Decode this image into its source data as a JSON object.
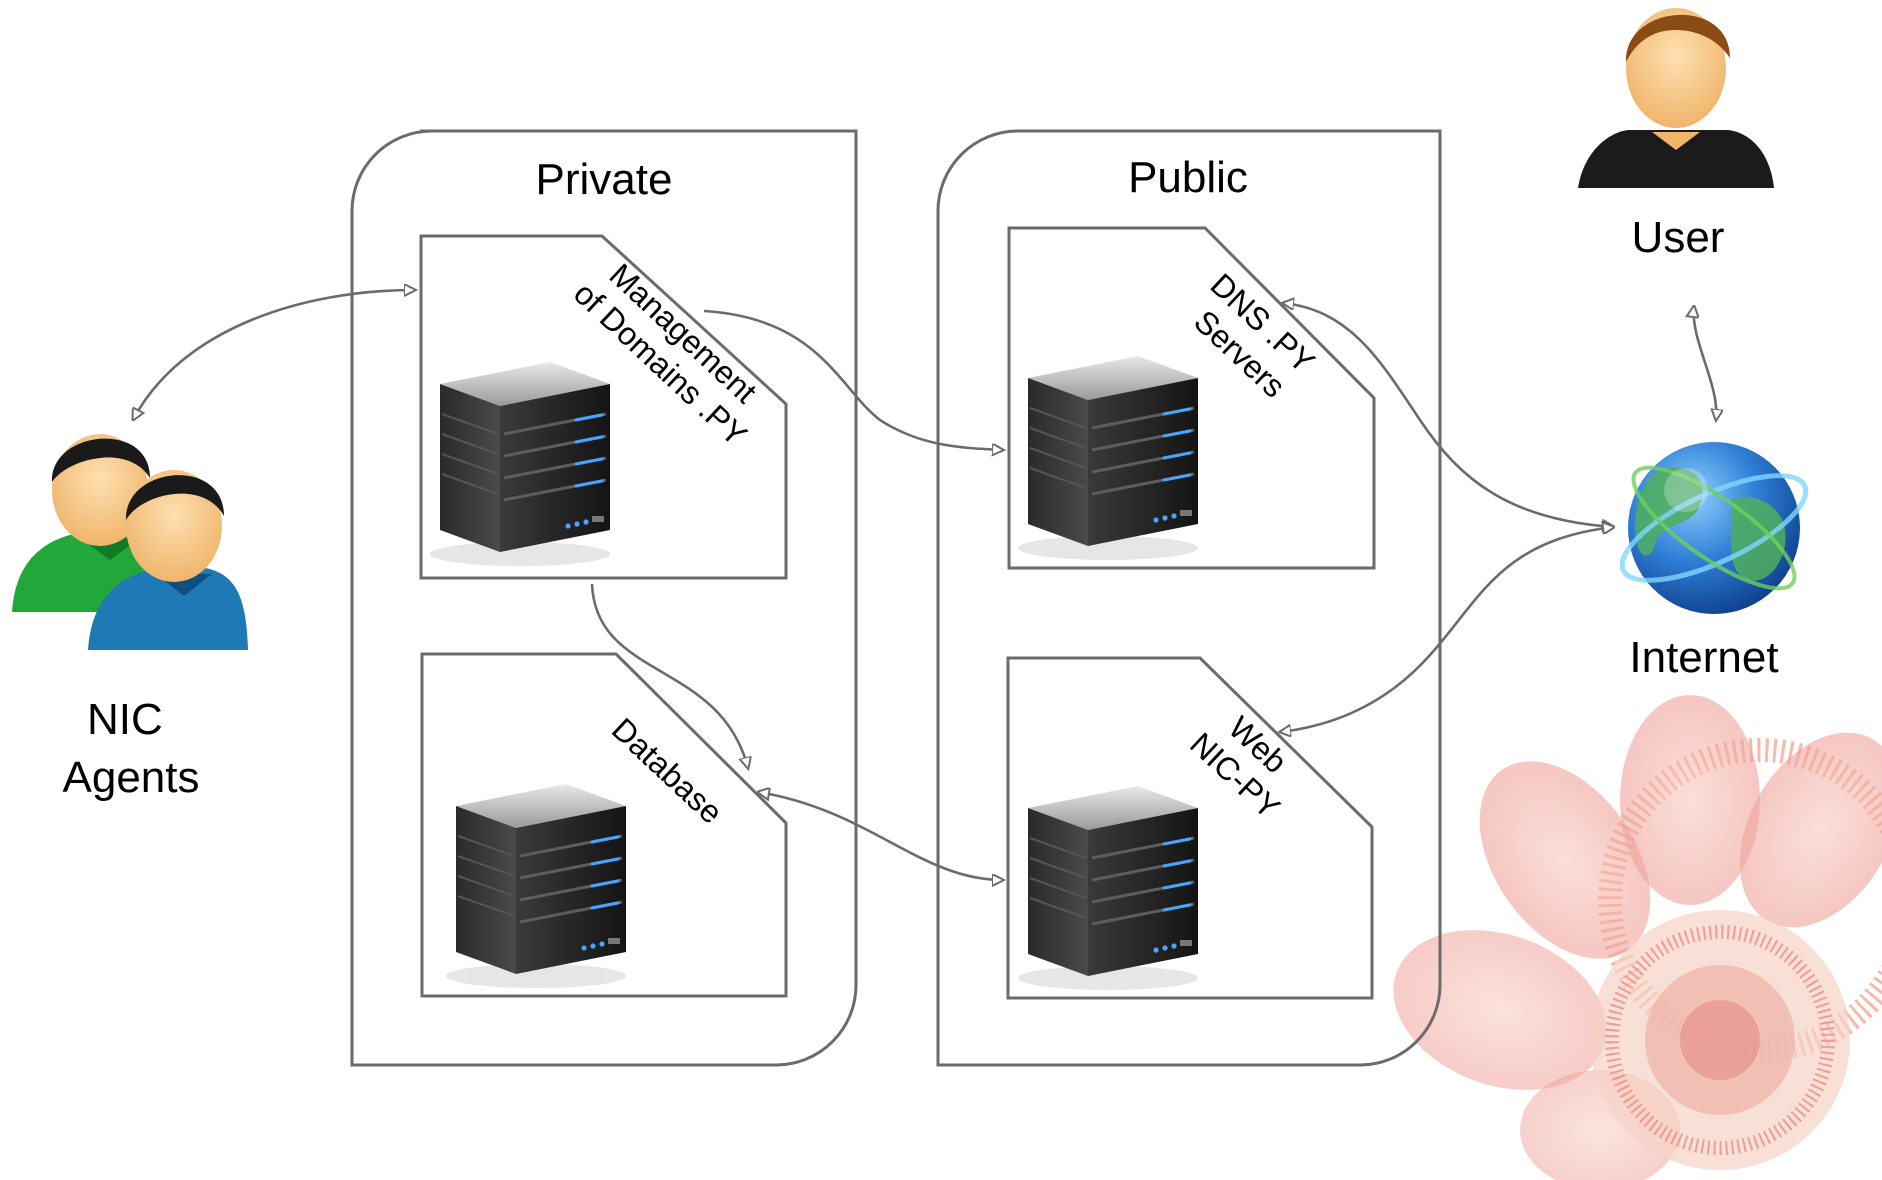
{
  "zones": {
    "private": {
      "label": "Private"
    },
    "public": {
      "label": "Public"
    }
  },
  "servers": {
    "management": {
      "line1": "Management",
      "line2": "of Domains .PY"
    },
    "database": {
      "line1": "Database"
    },
    "dns": {
      "line1": "DNS .PY",
      "line2": "Servers"
    },
    "web": {
      "line1": "Web",
      "line2": "NIC-PY"
    }
  },
  "actors": {
    "agents": {
      "line1": "NIC",
      "line2": "Agents"
    },
    "user": {
      "label": "User"
    },
    "internet": {
      "label": "Internet"
    }
  },
  "colors": {
    "line": "#6b6b6b",
    "server_body": "#1e1e1e",
    "server_led": "#4aa3ff",
    "agent_green": "#22a83a",
    "agent_blue": "#1f79b5",
    "globe": "#1d5fb0",
    "flower": "#e8786f"
  },
  "icons": {
    "server": "server-icon",
    "users": "users-group-icon",
    "user": "user-icon",
    "globe": "globe-icon",
    "decoration": "flower-ornament"
  }
}
